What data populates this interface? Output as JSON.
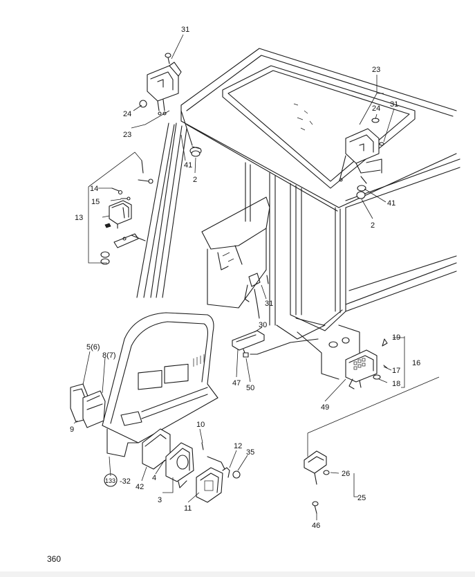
{
  "page_number": "360",
  "callouts": [
    {
      "id": "c31a",
      "text": "31"
    },
    {
      "id": "c24a",
      "text": "24"
    },
    {
      "id": "c23a",
      "text": "23"
    },
    {
      "id": "c41a",
      "text": "41"
    },
    {
      "id": "c2a",
      "text": "2"
    },
    {
      "id": "c14",
      "text": "14"
    },
    {
      "id": "c15",
      "text": "15"
    },
    {
      "id": "c13",
      "text": "13"
    },
    {
      "id": "c23b",
      "text": "23"
    },
    {
      "id": "c24b",
      "text": "24"
    },
    {
      "id": "c31b",
      "text": "31"
    },
    {
      "id": "c41b",
      "text": "41"
    },
    {
      "id": "c2b",
      "text": "2"
    },
    {
      "id": "c31c",
      "text": "31"
    },
    {
      "id": "c30",
      "text": "30"
    },
    {
      "id": "c19",
      "text": "19"
    },
    {
      "id": "c16",
      "text": "16"
    },
    {
      "id": "c17",
      "text": "17"
    },
    {
      "id": "c18",
      "text": "18"
    },
    {
      "id": "c47",
      "text": "47"
    },
    {
      "id": "c50",
      "text": "50"
    },
    {
      "id": "c49",
      "text": "49"
    },
    {
      "id": "c5_6",
      "text": "5(6)"
    },
    {
      "id": "c8_7",
      "text": "8(7)"
    },
    {
      "id": "c9",
      "text": "9"
    },
    {
      "id": "c10",
      "text": "10"
    },
    {
      "id": "c12",
      "text": "12"
    },
    {
      "id": "c35",
      "text": "35"
    },
    {
      "id": "c133",
      "text": "133"
    },
    {
      "id": "c32",
      "text": "-32"
    },
    {
      "id": "c42",
      "text": "42"
    },
    {
      "id": "c4",
      "text": "4"
    },
    {
      "id": "c3",
      "text": "3"
    },
    {
      "id": "c11",
      "text": "11"
    },
    {
      "id": "c26",
      "text": "26"
    },
    {
      "id": "c25",
      "text": "25"
    },
    {
      "id": "c46",
      "text": "46"
    }
  ]
}
